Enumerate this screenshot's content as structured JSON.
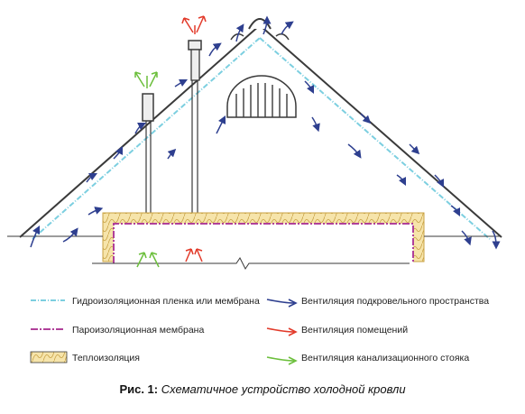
{
  "legend": {
    "waterproof_membrane": "Гидроизоляционная пленка или мембрана",
    "vapor_membrane": "Пароизоляционная мембрана",
    "insulation": "Теплоизоляция",
    "attic_ventilation": "Вентиляция подкровельного пространства",
    "room_ventilation": "Вентиляция помещений",
    "sewer_ventilation": "Вентиляция канализационного стояка"
  },
  "caption": {
    "label": "Рис. 1:",
    "text": "Схематичное устройство холодной кровли"
  },
  "colors": {
    "roof_line": "#3a3a3a",
    "waterproof_membrane": "#7ccfe0",
    "vapor_membrane": "#b0409a",
    "insulation_fill": "#f5e3a8",
    "insulation_outline": "#c8a040",
    "attic_ventilation": "#2e3f8f",
    "room_ventilation": "#e23a2a",
    "sewer_ventilation": "#6cbf3c"
  }
}
